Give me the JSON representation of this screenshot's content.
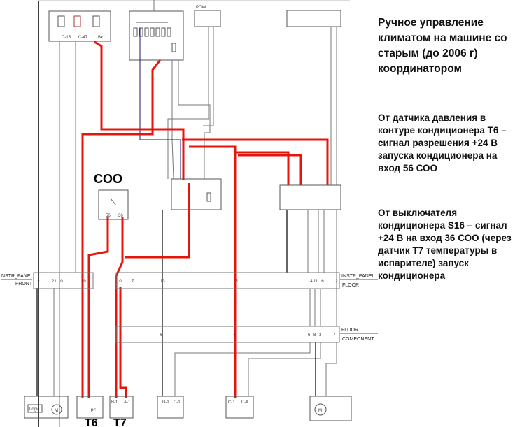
{
  "title": "Ручное управление климатом на машине со старым (до 2006 г) координатором",
  "note_t6": "От датчика давления в контуре кондиционера Т6 – сигнал разрешения +24 В запуска кондиционера на вход 56 СОО",
  "note_s16": "От выключателя кондиционера S16 – сигнал +24 В на вход 36 СОО (через датчик Т7 температуры в испарителе) запуск кондиционера",
  "coo_label": "COO",
  "coo_pins": [
    "56",
    "36"
  ],
  "t6_label": "T6",
  "t7_label": "T7",
  "connectors": {
    "front": {
      "name": "NSTR_PANEL",
      "sub": "FRONT",
      "pins": [
        "12",
        "21",
        "10",
        "19"
      ]
    },
    "floor": {
      "name": "INSTR_PANEL",
      "sub": "FLOOR",
      "pins": [
        "10",
        "7",
        "13",
        "15",
        "14",
        "11",
        "16",
        "12"
      ]
    },
    "component": {
      "name": "FLOOR",
      "sub": "COMPONENT",
      "pins": [
        "6",
        "4",
        "6",
        "8",
        "3",
        "7"
      ]
    }
  },
  "components": {
    "m1_logic": "Logic",
    "m1_motor": "M",
    "m4_motor": "M",
    "t6_switch": "p<",
    "b4_pins": [
      "D-1",
      "C-1"
    ],
    "b5_pins": [
      "C-1",
      "D-II"
    ],
    "t7_pins": [
      "B-1",
      "A-1"
    ],
    "fuse_labels": [
      "C-15",
      "C-47",
      "Bx1"
    ],
    "pow": "POW"
  }
}
